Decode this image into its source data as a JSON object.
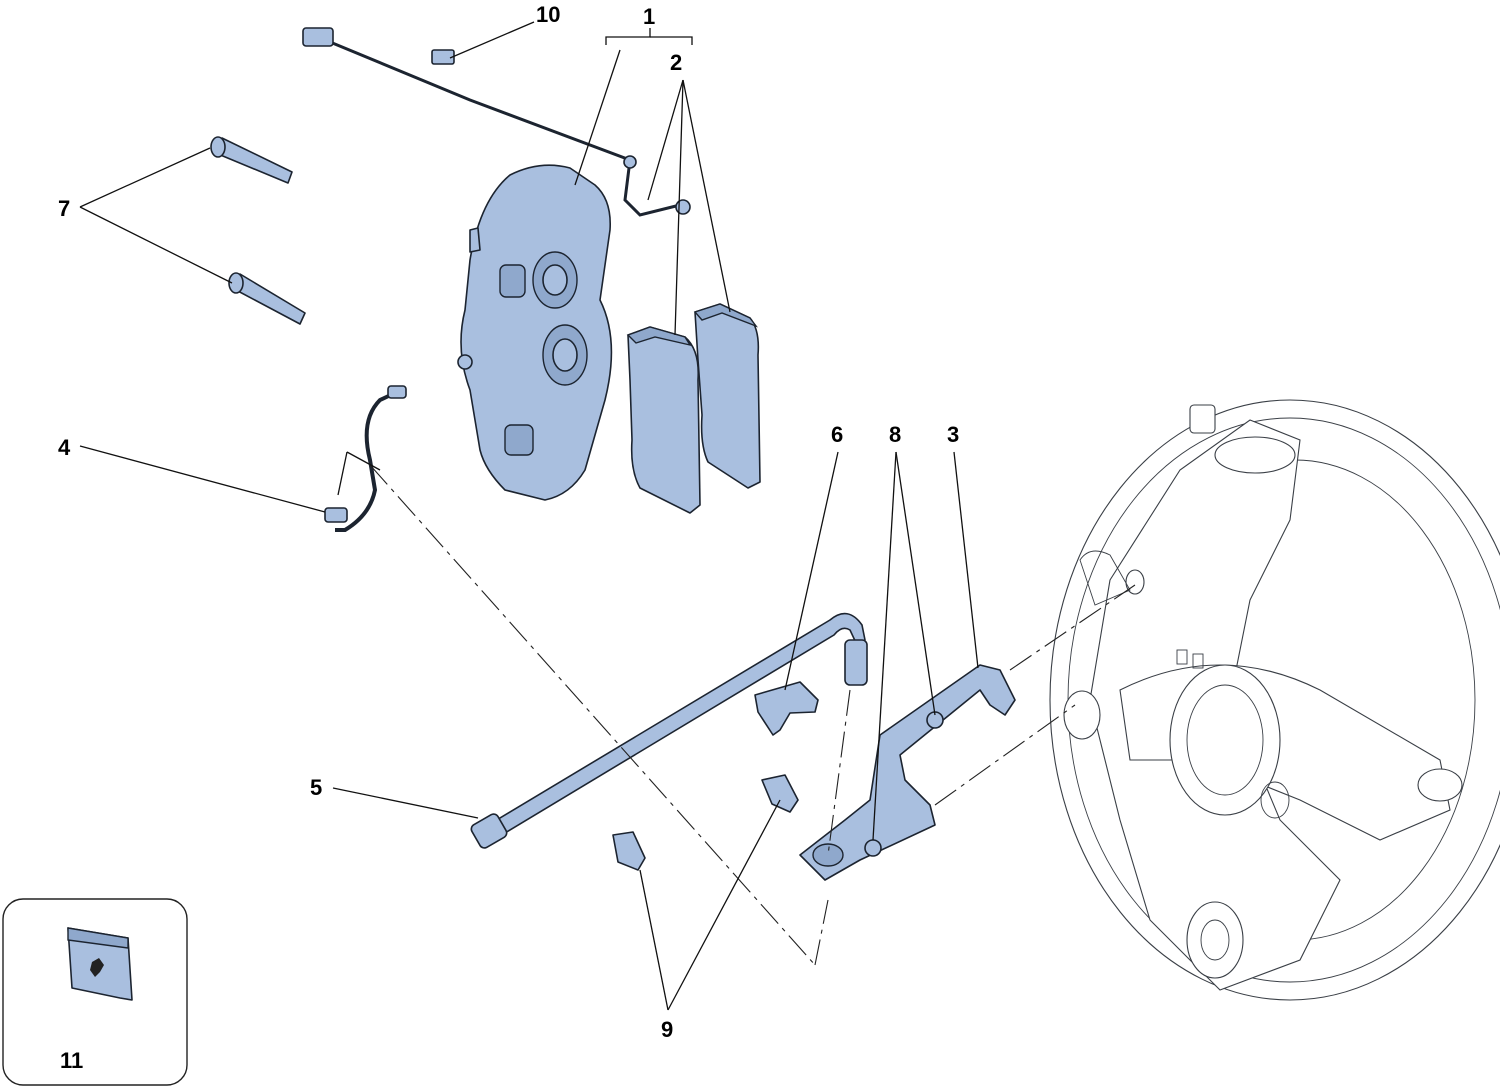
{
  "callouts": {
    "c1": "1",
    "c2": "2",
    "c3": "3",
    "c4": "4",
    "c5": "5",
    "c6": "6",
    "c7": "7",
    "c8": "8",
    "c9": "9",
    "c10": "10",
    "c11": "11"
  },
  "colors": {
    "part_fill": "#a9bfdf",
    "outline": "#1c2430"
  }
}
